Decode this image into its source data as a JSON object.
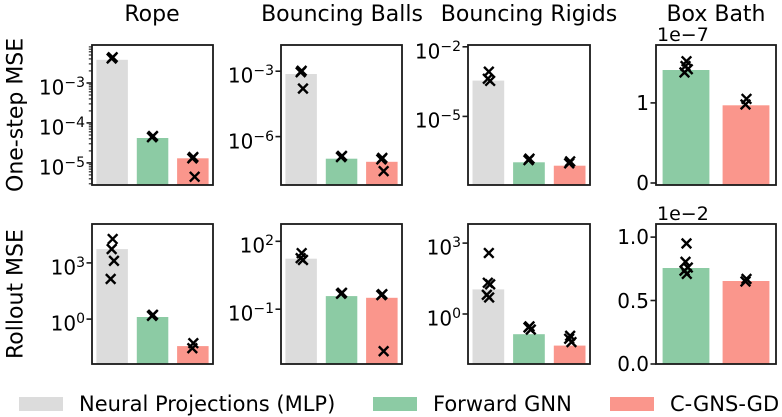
{
  "col_titles": [
    "Rope",
    "Bouncing Balls",
    "Bouncing Rigids",
    "Box Bath"
  ],
  "row_labels": [
    "One-step MSE",
    "Rollout MSE"
  ],
  "colors": {
    "mlp": "#dcdcdc",
    "forward_gnn": "#8ccba4",
    "c_gns_gd": "#fa968c",
    "marker": "#000000",
    "axis": "#1a1a1a",
    "text": "#000000",
    "background": "#ffffff"
  },
  "legend": {
    "items": [
      {
        "label": "Neural Projections (MLP)",
        "color_key": "mlp"
      },
      {
        "label": "Forward GNN",
        "color_key": "forward_gnn"
      },
      {
        "label": "C-GNS-GD",
        "color_key": "c_gns_gd"
      }
    ]
  },
  "chart_data": [
    {
      "type": "bar",
      "row": 0,
      "col": 0,
      "title": "Rope",
      "ylabel": "One-step MSE",
      "scale": "log",
      "ylim": [
        2.8e-06,
        0.0089
      ],
      "minor_ticks": true,
      "offset_label": null,
      "yticks": [
        {
          "value": 0.001,
          "label": "10^−3"
        },
        {
          "value": 0.0001,
          "label": "10^−4"
        },
        {
          "value": 1e-05,
          "label": "10^−5"
        }
      ],
      "series": [
        {
          "name": "Neural Projections (MLP)",
          "color_key": "mlp",
          "bar": 0.0038,
          "points": [
            0.0044,
            0.0041
          ]
        },
        {
          "name": "Forward GNN",
          "color_key": "forward_gnn",
          "bar": 4.2e-05,
          "points": [
            4.7e-05,
            4.4e-05
          ]
        },
        {
          "name": "C-GNS-GD",
          "color_key": "c_gns_gd",
          "bar": 1.3e-05,
          "points": [
            1.4e-05,
            1.3e-05,
            4.5e-06
          ]
        }
      ]
    },
    {
      "type": "bar",
      "row": 0,
      "col": 1,
      "title": "Bouncing Balls",
      "ylabel": "One-step MSE",
      "scale": "log",
      "ylim": [
        6e-09,
        0.016
      ],
      "minor_ticks": false,
      "offset_label": null,
      "yticks": [
        {
          "value": 0.001,
          "label": "10^−3"
        },
        {
          "value": 1e-06,
          "label": "10^−6"
        }
      ],
      "series": [
        {
          "name": "Neural Projections (MLP)",
          "color_key": "mlp",
          "bar": 0.00075,
          "points": [
            0.00105,
            0.0009,
            0.00016
          ]
        },
        {
          "name": "Forward GNN",
          "color_key": "forward_gnn",
          "bar": 9.7e-08,
          "points": [
            1.3e-07,
            1.15e-07
          ]
        },
        {
          "name": "C-GNS-GD",
          "color_key": "c_gns_gd",
          "bar": 7e-08,
          "points": [
            1.05e-07,
            9e-08,
            2.6e-08
          ]
        }
      ]
    },
    {
      "type": "bar",
      "row": 0,
      "col": 2,
      "title": "Bouncing Rigids",
      "ylabel": "One-step MSE",
      "scale": "log",
      "ylim": [
        1.1e-08,
        0.012
      ],
      "minor_ticks": false,
      "offset_label": null,
      "yticks": [
        {
          "value": 0.01,
          "label": "10^−2"
        },
        {
          "value": 1e-05,
          "label": "10^−5"
        }
      ],
      "series": [
        {
          "name": "Neural Projections (MLP)",
          "color_key": "mlp",
          "bar": 0.00035,
          "points": [
            0.00085,
            0.00042,
            0.00034
          ]
        },
        {
          "name": "Forward GNN",
          "color_key": "forward_gnn",
          "bar": 1.05e-07,
          "points": [
            1.5e-07,
            1.3e-07
          ]
        },
        {
          "name": "C-GNS-GD",
          "color_key": "c_gns_gd",
          "bar": 7.5e-08,
          "points": [
            1.15e-07,
            9.5e-08
          ]
        }
      ]
    },
    {
      "type": "bar",
      "row": 0,
      "col": 3,
      "title": "Box Bath",
      "ylabel": "One-step MSE",
      "scale": "linear",
      "ylim": [
        -2.5e-09,
        1.7225e-07
      ],
      "minor_ticks": false,
      "offset_label": "1e−7",
      "yticks": [
        {
          "value": 1e-07,
          "label": "1"
        },
        {
          "value": 0,
          "label": "0"
        }
      ],
      "series": [
        {
          "name": "Forward GNN",
          "color_key": "forward_gnn",
          "bar": 1.41e-07,
          "points": [
            1.52e-07,
            1.46e-07,
            1.42e-07,
            1.38e-07
          ]
        },
        {
          "name": "C-GNS-GD",
          "color_key": "c_gns_gd",
          "bar": 9.7e-08,
          "points": [
            1.05e-07,
            9.8e-08
          ]
        }
      ]
    },
    {
      "type": "bar",
      "row": 1,
      "col": 0,
      "title": "Rope",
      "ylabel": "Rollout MSE",
      "scale": "log",
      "ylim": [
        0.004,
        120000.0
      ],
      "minor_ticks": false,
      "offset_label": null,
      "yticks": [
        {
          "value": 1000.0,
          "label": "10^3"
        },
        {
          "value": 1,
          "label": "10^0"
        }
      ],
      "series": [
        {
          "name": "Neural Projections (MLP)",
          "color_key": "mlp",
          "bar": 5500.0,
          "points": [
            19000.0,
            5500.0,
            1300.0,
            140.0
          ]
        },
        {
          "name": "Forward GNN",
          "color_key": "forward_gnn",
          "bar": 1.3,
          "points": [
            1.7,
            1.5
          ]
        },
        {
          "name": "C-GNS-GD",
          "color_key": "c_gns_gd",
          "bar": 0.036,
          "points": [
            0.052,
            0.028
          ]
        }
      ]
    },
    {
      "type": "bar",
      "row": 1,
      "col": 1,
      "title": "Bouncing Balls",
      "ylabel": "Rollout MSE",
      "scale": "log",
      "ylim": [
        0.00038,
        580.0
      ],
      "minor_ticks": false,
      "offset_label": null,
      "yticks": [
        {
          "value": 100.0,
          "label": "10^2"
        },
        {
          "value": 0.1,
          "label": "10^−1"
        }
      ],
      "series": [
        {
          "name": "Neural Projections (MLP)",
          "color_key": "mlp",
          "bar": 17,
          "points": [
            30,
            18,
            15
          ]
        },
        {
          "name": "Forward GNN",
          "color_key": "forward_gnn",
          "bar": 0.38,
          "points": [
            0.53,
            0.48
          ]
        },
        {
          "name": "C-GNS-GD",
          "color_key": "c_gns_gd",
          "bar": 0.32,
          "points": [
            0.46,
            0.42,
            0.0014
          ]
        }
      ]
    },
    {
      "type": "bar",
      "row": 1,
      "col": 2,
      "title": "Bouncing Rigids",
      "ylabel": "Rollout MSE",
      "scale": "log",
      "ylim": [
        0.0077,
        6400.0
      ],
      "minor_ticks": false,
      "offset_label": null,
      "yticks": [
        {
          "value": 1000.0,
          "label": "10^3"
        },
        {
          "value": 1,
          "label": "10^0"
        }
      ],
      "series": [
        {
          "name": "Neural Projections (MLP)",
          "color_key": "mlp",
          "bar": 11,
          "points": [
            380,
            21,
            18,
            6.5,
            5.0
          ]
        },
        {
          "name": "Forward GNN",
          "color_key": "forward_gnn",
          "bar": 0.14,
          "points": [
            0.3,
            0.27,
            0.22
          ]
        },
        {
          "name": "C-GNS-GD",
          "color_key": "c_gns_gd",
          "bar": 0.046,
          "points": [
            0.12,
            0.09,
            0.065
          ]
        }
      ]
    },
    {
      "type": "bar",
      "row": 1,
      "col": 3,
      "title": "Box Bath",
      "ylabel": "Rollout MSE",
      "scale": "linear",
      "ylim": [
        0,
        0.01103
      ],
      "minor_ticks": false,
      "offset_label": "1e−2",
      "yticks": [
        {
          "value": 0.01,
          "label": "1.0"
        },
        {
          "value": 0.005,
          "label": "0.5"
        },
        {
          "value": 0,
          "label": "0.0"
        }
      ],
      "series": [
        {
          "name": "Forward GNN",
          "color_key": "forward_gnn",
          "bar": 0.00756,
          "points": [
            0.0095,
            0.00805,
            0.0076,
            0.00735,
            0.0071
          ]
        },
        {
          "name": "C-GNS-GD",
          "color_key": "c_gns_gd",
          "bar": 0.00654,
          "points": [
            0.0067,
            0.0065
          ]
        }
      ]
    }
  ]
}
